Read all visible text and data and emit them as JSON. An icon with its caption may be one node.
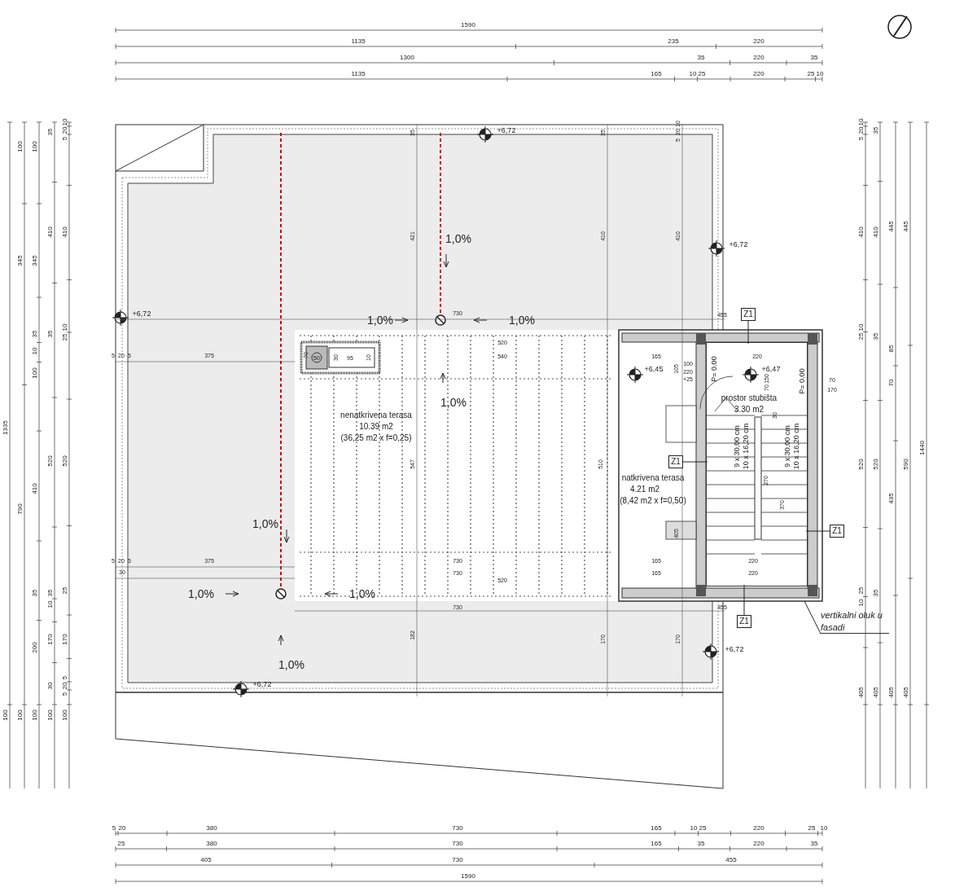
{
  "diagram": {
    "nodes": [
      {
        "text": [
          "nenatkrivena terasa",
          "10.39 m2",
          "(36,25 m2 x f=0,25)"
        ]
      },
      {
        "text": [
          "natkrivena terasa",
          "4.21 m2",
          "(8,42 m2 x f=0,50)"
        ]
      },
      {
        "text": [
          "prostor stubišta",
          "3.30 m2"
        ]
      },
      {
        "text": [
          "Z1"
        ]
      },
      {
        "text": [
          "Z1"
        ]
      },
      {
        "text": [
          "Z1"
        ]
      },
      {
        "text": [
          "Z1"
        ]
      },
      {
        "text": [
          "vertikalni oluk u fasadi"
        ]
      }
    ],
    "edges": [
      {
        "from": 3,
        "to": 2,
        "arrow": "none"
      },
      {
        "from": 4,
        "to": 2,
        "arrow": "none"
      },
      {
        "from": 5,
        "to": 2,
        "arrow": "none"
      },
      {
        "from": 6,
        "to": 2,
        "arrow": "none"
      },
      {
        "from": 7,
        "to": null,
        "arrow": "none"
      }
    ],
    "labels": [
      "1590",
      "1135",
      "235",
      "220",
      "1300",
      "35",
      "220",
      "35",
      "1135",
      "165",
      "10",
      "25",
      "220",
      "25",
      "10",
      "1335",
      "100",
      "345",
      "790",
      "100",
      "345",
      "35",
      "10",
      "100",
      "410",
      "35",
      "200",
      "35",
      "410",
      "35",
      "520",
      "35",
      "10",
      "170",
      "30",
      "10",
      "20",
      "5",
      "410",
      "10",
      "25",
      "520",
      "25",
      "170",
      "5",
      "20",
      "5",
      "100",
      "100",
      "100",
      "100",
      "100",
      "10",
      "20",
      "5",
      "35",
      "410",
      "410",
      "445",
      "445",
      "10",
      "25",
      "35",
      "85",
      "70",
      "520",
      "520",
      "590",
      "1440",
      "435",
      "25",
      "10",
      "35",
      "405",
      "405",
      "405",
      "405",
      "5",
      "20",
      "380",
      "730",
      "165",
      "10",
      "25",
      "220",
      "25",
      "10",
      "25",
      "380",
      "730",
      "165",
      "35",
      "220",
      "35",
      "405",
      "730",
      "455",
      "1590",
      "+6,72",
      "+6,72",
      "+6,72",
      "+6,45",
      "+6,47",
      "+6,72",
      "+6,72",
      "1,0%",
      "1,0%",
      "1,0%",
      "1,0%",
      "1,0%",
      "1,0%",
      "1,0%",
      "1,0%",
      "35",
      "35",
      "10",
      "20",
      "5",
      "421",
      "410",
      "410",
      "730",
      "455",
      "375",
      "375",
      "30",
      "730",
      "730",
      "520",
      "540",
      "520",
      "547",
      "510",
      "730",
      "455",
      "182",
      "170",
      "170",
      "165",
      "165",
      "165",
      "220",
      "220",
      "220",
      "270",
      "370",
      "405",
      "105",
      "P= 0.00",
      "P= 0.00",
      "9 x 30,00 cm",
      "10 x 16,20 cm",
      "9 x 30,00 cm",
      "10 x 16,20 cm",
      "70",
      "170",
      "5",
      "20",
      "5",
      "5",
      "20",
      "5",
      "70",
      "50",
      "30",
      "95",
      "10",
      "100",
      "220",
      "+25",
      "150",
      "70",
      "30"
    ]
  }
}
